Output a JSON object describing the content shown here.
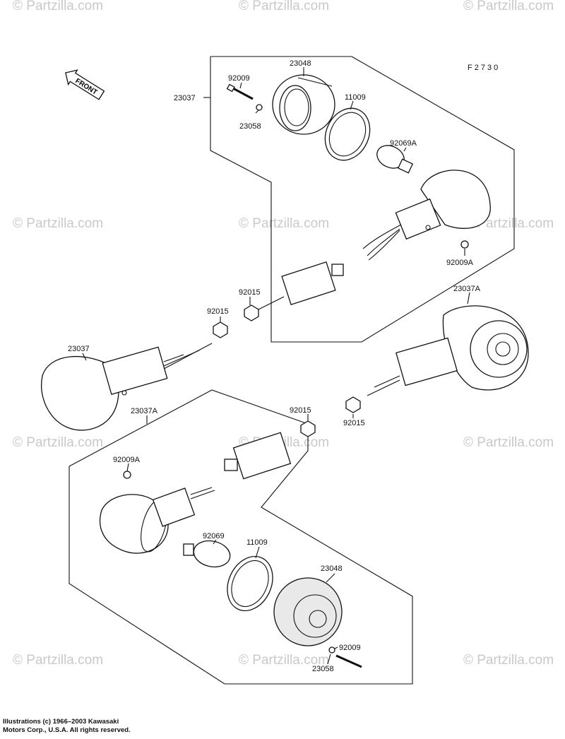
{
  "diagram_code": "F2730",
  "direction_label": "FRONT",
  "watermark": "© Partzilla.com",
  "labels": {
    "upper_assy": "23037",
    "upper_bolt": "92009",
    "upper_lens": "23048",
    "upper_nut_small": "23058",
    "upper_gasket": "11009",
    "upper_bulb": "92069A",
    "upper_screw": "92009A",
    "upper_nut_a": "92015",
    "upper_nut_b": "92015",
    "left_assy": "23037",
    "right_assy": "23037A",
    "lower_assy": "23037A",
    "lower_nut_a": "92015",
    "lower_nut_b": "92015",
    "lower_screw": "92009A",
    "lower_bulb": "92069",
    "lower_gasket": "11009",
    "lower_lens": "23048",
    "lower_bolt": "92009",
    "lower_nut_small": "23058"
  },
  "copyright": {
    "line1": "Illustrations (c) 1966–2003 Kawasaki",
    "line2": "Motors Corp., U.S.A.  All rights reserved."
  }
}
